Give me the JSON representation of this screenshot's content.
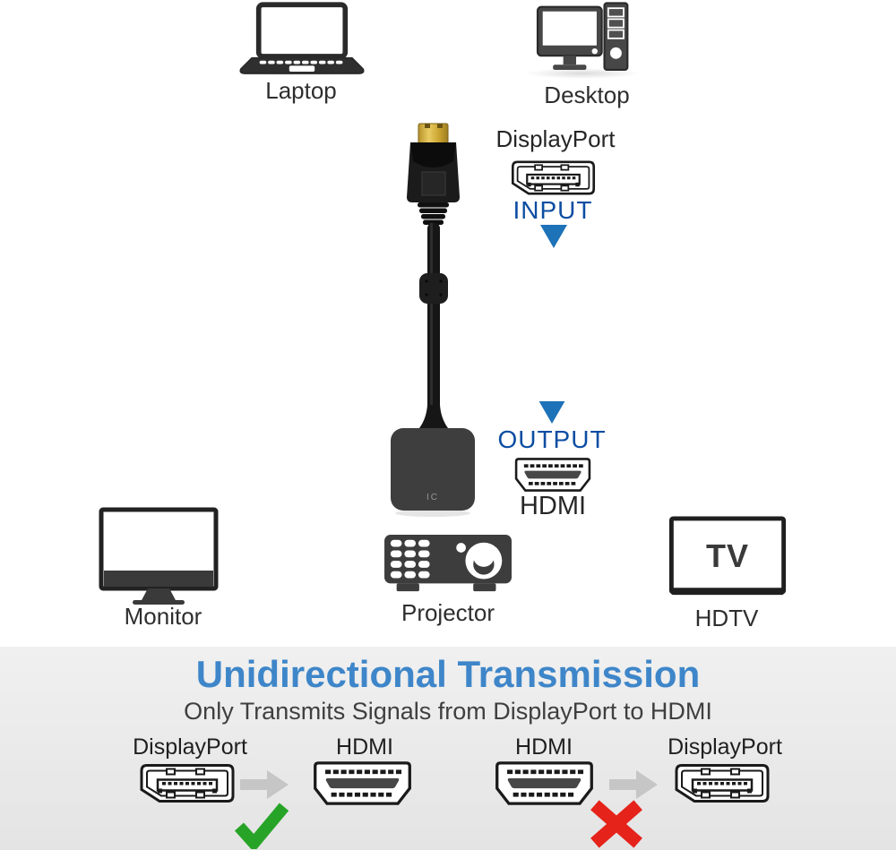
{
  "devices": {
    "laptop": {
      "label": "Laptop"
    },
    "desktop": {
      "label": "Desktop"
    },
    "monitor": {
      "label": "Monitor"
    },
    "projector": {
      "label": "Projector"
    },
    "hdtv": {
      "label": "HDTV",
      "screen_text": "TV"
    }
  },
  "adapter": {
    "input": {
      "connector": "DisplayPort",
      "direction": "INPUT"
    },
    "output": {
      "connector": "HDMI",
      "direction": "OUTPUT"
    },
    "chip_marking": "IC"
  },
  "banner": {
    "title": "Unidirectional Transmission",
    "subtitle": "Only Transmits Signals from DisplayPort to HDMI"
  },
  "compatibility": [
    {
      "from": "DisplayPort",
      "to": "HDMI",
      "allowed": true
    },
    {
      "from": "HDMI",
      "to": "DisplayPort",
      "allowed": false
    }
  ],
  "colors": {
    "direction_text": "#0c4da2",
    "direction_arrow": "#1d72b8",
    "title_blue": "#3e86c9",
    "check_green": "#27a427",
    "cross_red": "#e5231b",
    "flow_arrow_gray": "#c6c6c6",
    "icon_dark": "#3d3d3d"
  }
}
